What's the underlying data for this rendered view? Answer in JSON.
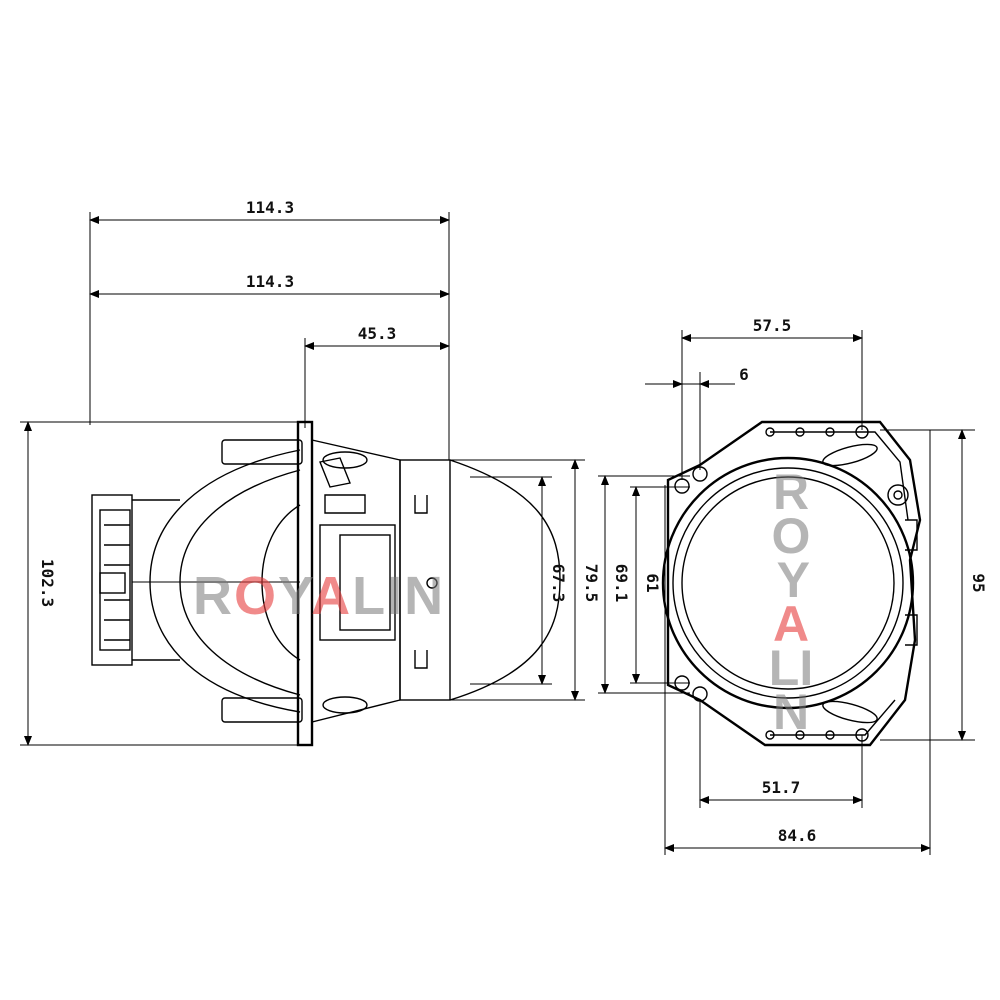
{
  "dimensions": {
    "top_length_outer": "114.3",
    "top_length_inner": "114.3",
    "lens_depth": "45.3",
    "side_height": "102.3",
    "lens_dia_a": "67.3",
    "lens_dia_b": "79.5",
    "front_width": "57.5",
    "front_offset": "6",
    "front_height_a": "69.1",
    "front_height_b": "61",
    "front_height_c": "95",
    "front_bottom_a": "51.7",
    "front_bottom_b": "84.6"
  },
  "watermark": {
    "brand_h_pre": "R",
    "brand_h_o": "O",
    "brand_h_mid": "Y",
    "brand_h_a": "A",
    "brand_h_post": "LIN",
    "brand_v_pre": "RO",
    "brand_v_mid": "Y",
    "brand_v_a": "A",
    "brand_v_post": "LIN"
  }
}
